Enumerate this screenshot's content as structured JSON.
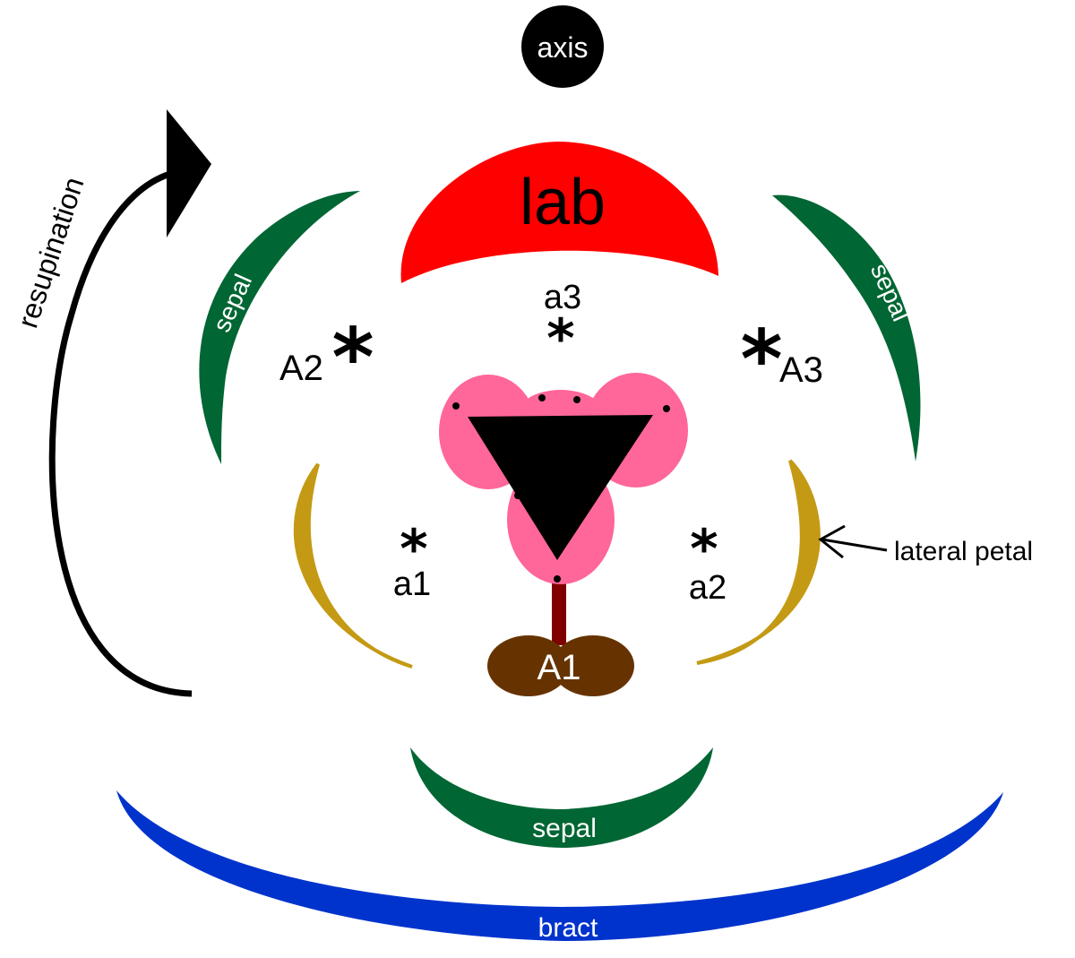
{
  "labels": {
    "axis": "axis",
    "labellum": "lab",
    "resupination": "resupination",
    "sepal_left": "sepal",
    "sepal_right": "sepal",
    "sepal_bottom": "sepal",
    "bract": "bract",
    "lateral_petal": "lateral petal",
    "anther_A1": "A1",
    "anther_A2": "A2",
    "anther_A3": "A3",
    "staminode_a1": "a1",
    "staminode_a2": "a2",
    "staminode_a3": "a3",
    "star": "*"
  },
  "colors": {
    "axis": "#000000",
    "labellum": "#ff0000",
    "sepal": "#006633",
    "bract": "#0033cc",
    "lateral_petal": "#c49a14",
    "column_lobes": "#ff6699",
    "column_center": "#000000",
    "stalk": "#800000",
    "anther_A1": "#663300"
  }
}
